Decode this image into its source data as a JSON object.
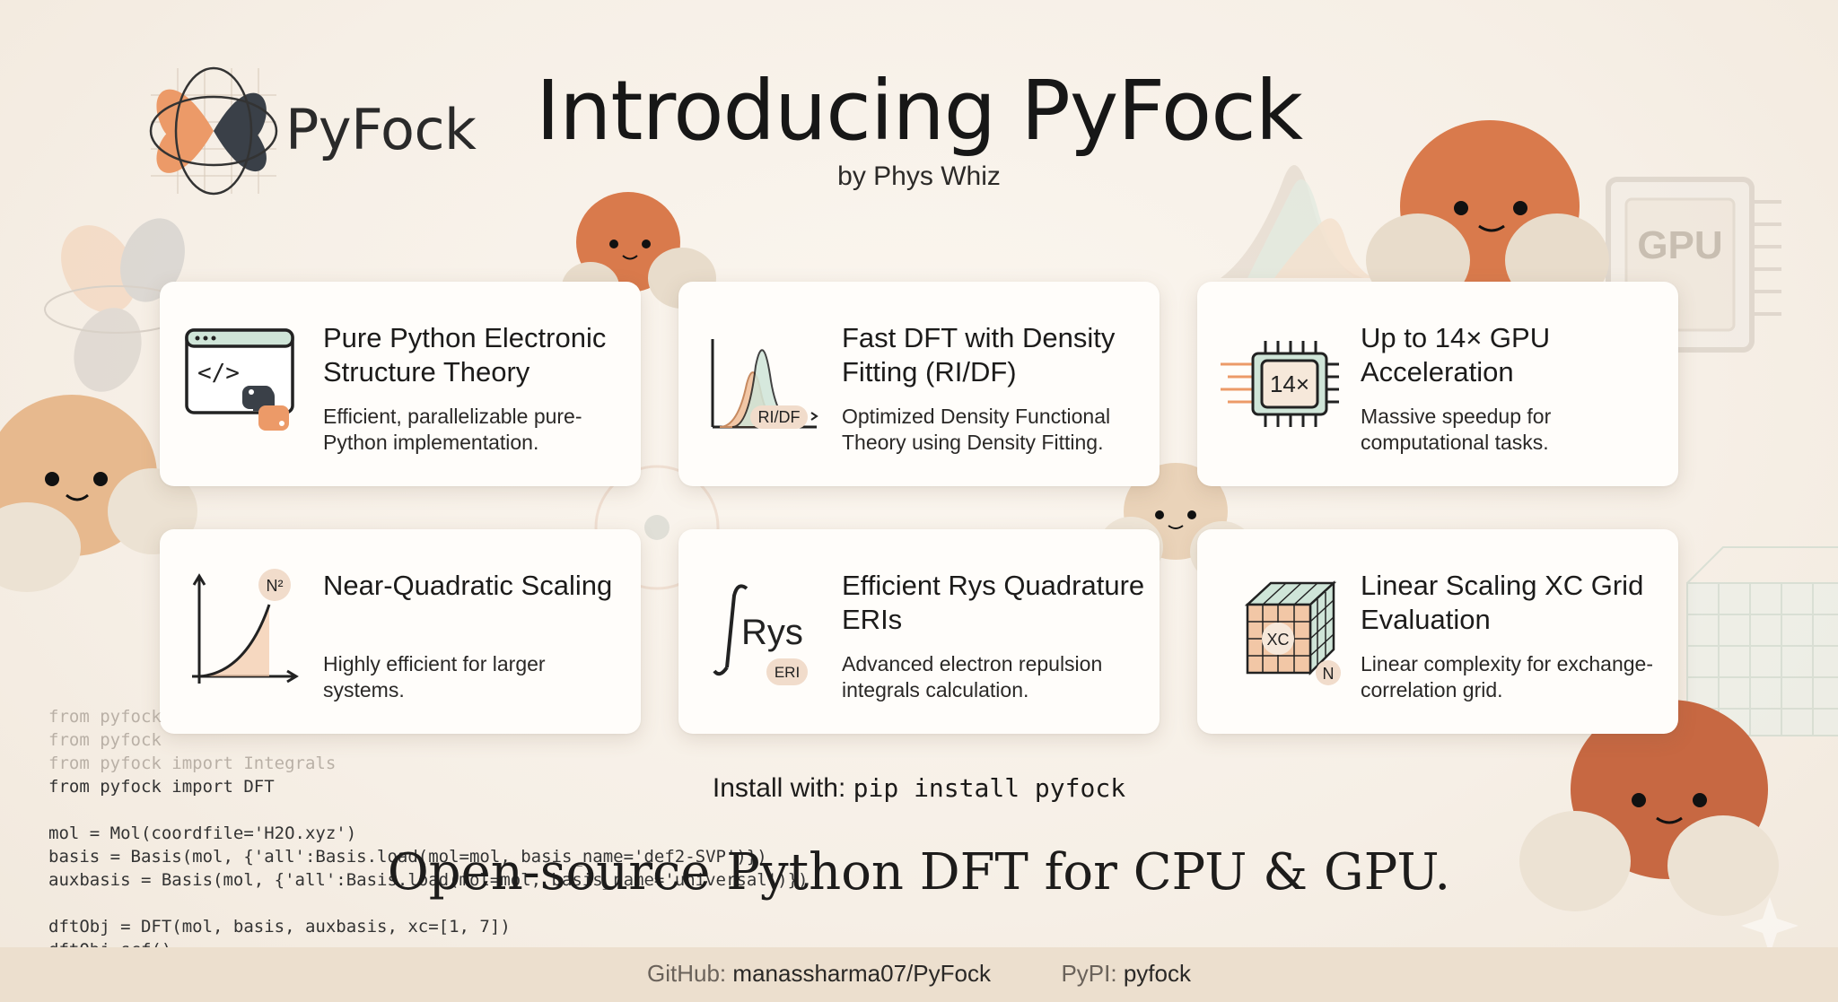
{
  "logo": {
    "text": "PyFock"
  },
  "header": {
    "title": "Introducing PyFock",
    "subtitle": "by Phys Whiz"
  },
  "cards": [
    {
      "title": "Pure Python Electronic Structure Theory",
      "desc": "Efficient, parallelizable pure-Python implementation.",
      "icon": "code-python-icon"
    },
    {
      "title": "Fast DFT with Density Fitting (RI/DF)",
      "desc": "Optimized Density Functional Theory using Density Fitting.",
      "icon": "density-fitting-icon",
      "badge": "RI/DF"
    },
    {
      "title": "Up to 14× GPU Acceleration",
      "desc": "Massive speedup for computational tasks.",
      "icon": "gpu-chip-icon",
      "badge": "14×"
    },
    {
      "title": "Near-Quadratic Scaling",
      "desc": "Highly efficient for larger systems.",
      "icon": "scaling-curve-icon",
      "badge": "N²"
    },
    {
      "title": "Efficient Rys Quadrature ERIs",
      "desc": "Advanced electron repulsion integrals calculation.",
      "icon": "rys-integral-icon",
      "badge": "ERI",
      "glyph": "Rys"
    },
    {
      "title": "Linear Scaling XC Grid Evaluation",
      "desc": "Linear complexity for exchange-correlation grid.",
      "icon": "xc-grid-cube-icon",
      "badge": "XC",
      "badge2": "N"
    }
  ],
  "code": {
    "lines": [
      "from pyfock",
      "from pyfock",
      "from pyfock import Integrals",
      "from pyfock import DFT",
      "",
      "mol = Mol(coordfile='H2O.xyz')",
      "basis = Basis(mol, {'all':Basis.load(mol=mol, basis_name='def2-SVP')})",
      "auxbasis = Basis(mol, {'all':Basis.load(mol=mol, basis_name='universal')})",
      "",
      "dftObj = DFT(mol, basis, auxbasis, xc=[1, 7])",
      "dftObj.scf()"
    ]
  },
  "install": {
    "label": "Install with:",
    "command": "pip install pyfock"
  },
  "tagline": "Open-source Python DFT for CPU & GPU.",
  "footer": {
    "github_label": "GitHub:",
    "github_value": "manassharma07/PyFock",
    "pypi_label": "PyPI:",
    "pypi_value": "pyfock"
  },
  "decor": {
    "gpu_label": "GPU"
  },
  "colors": {
    "accent_orange": "#e99a6c",
    "mint": "#cfe5d8",
    "ink": "#1f1d1b",
    "background": "#f7f0e7"
  }
}
